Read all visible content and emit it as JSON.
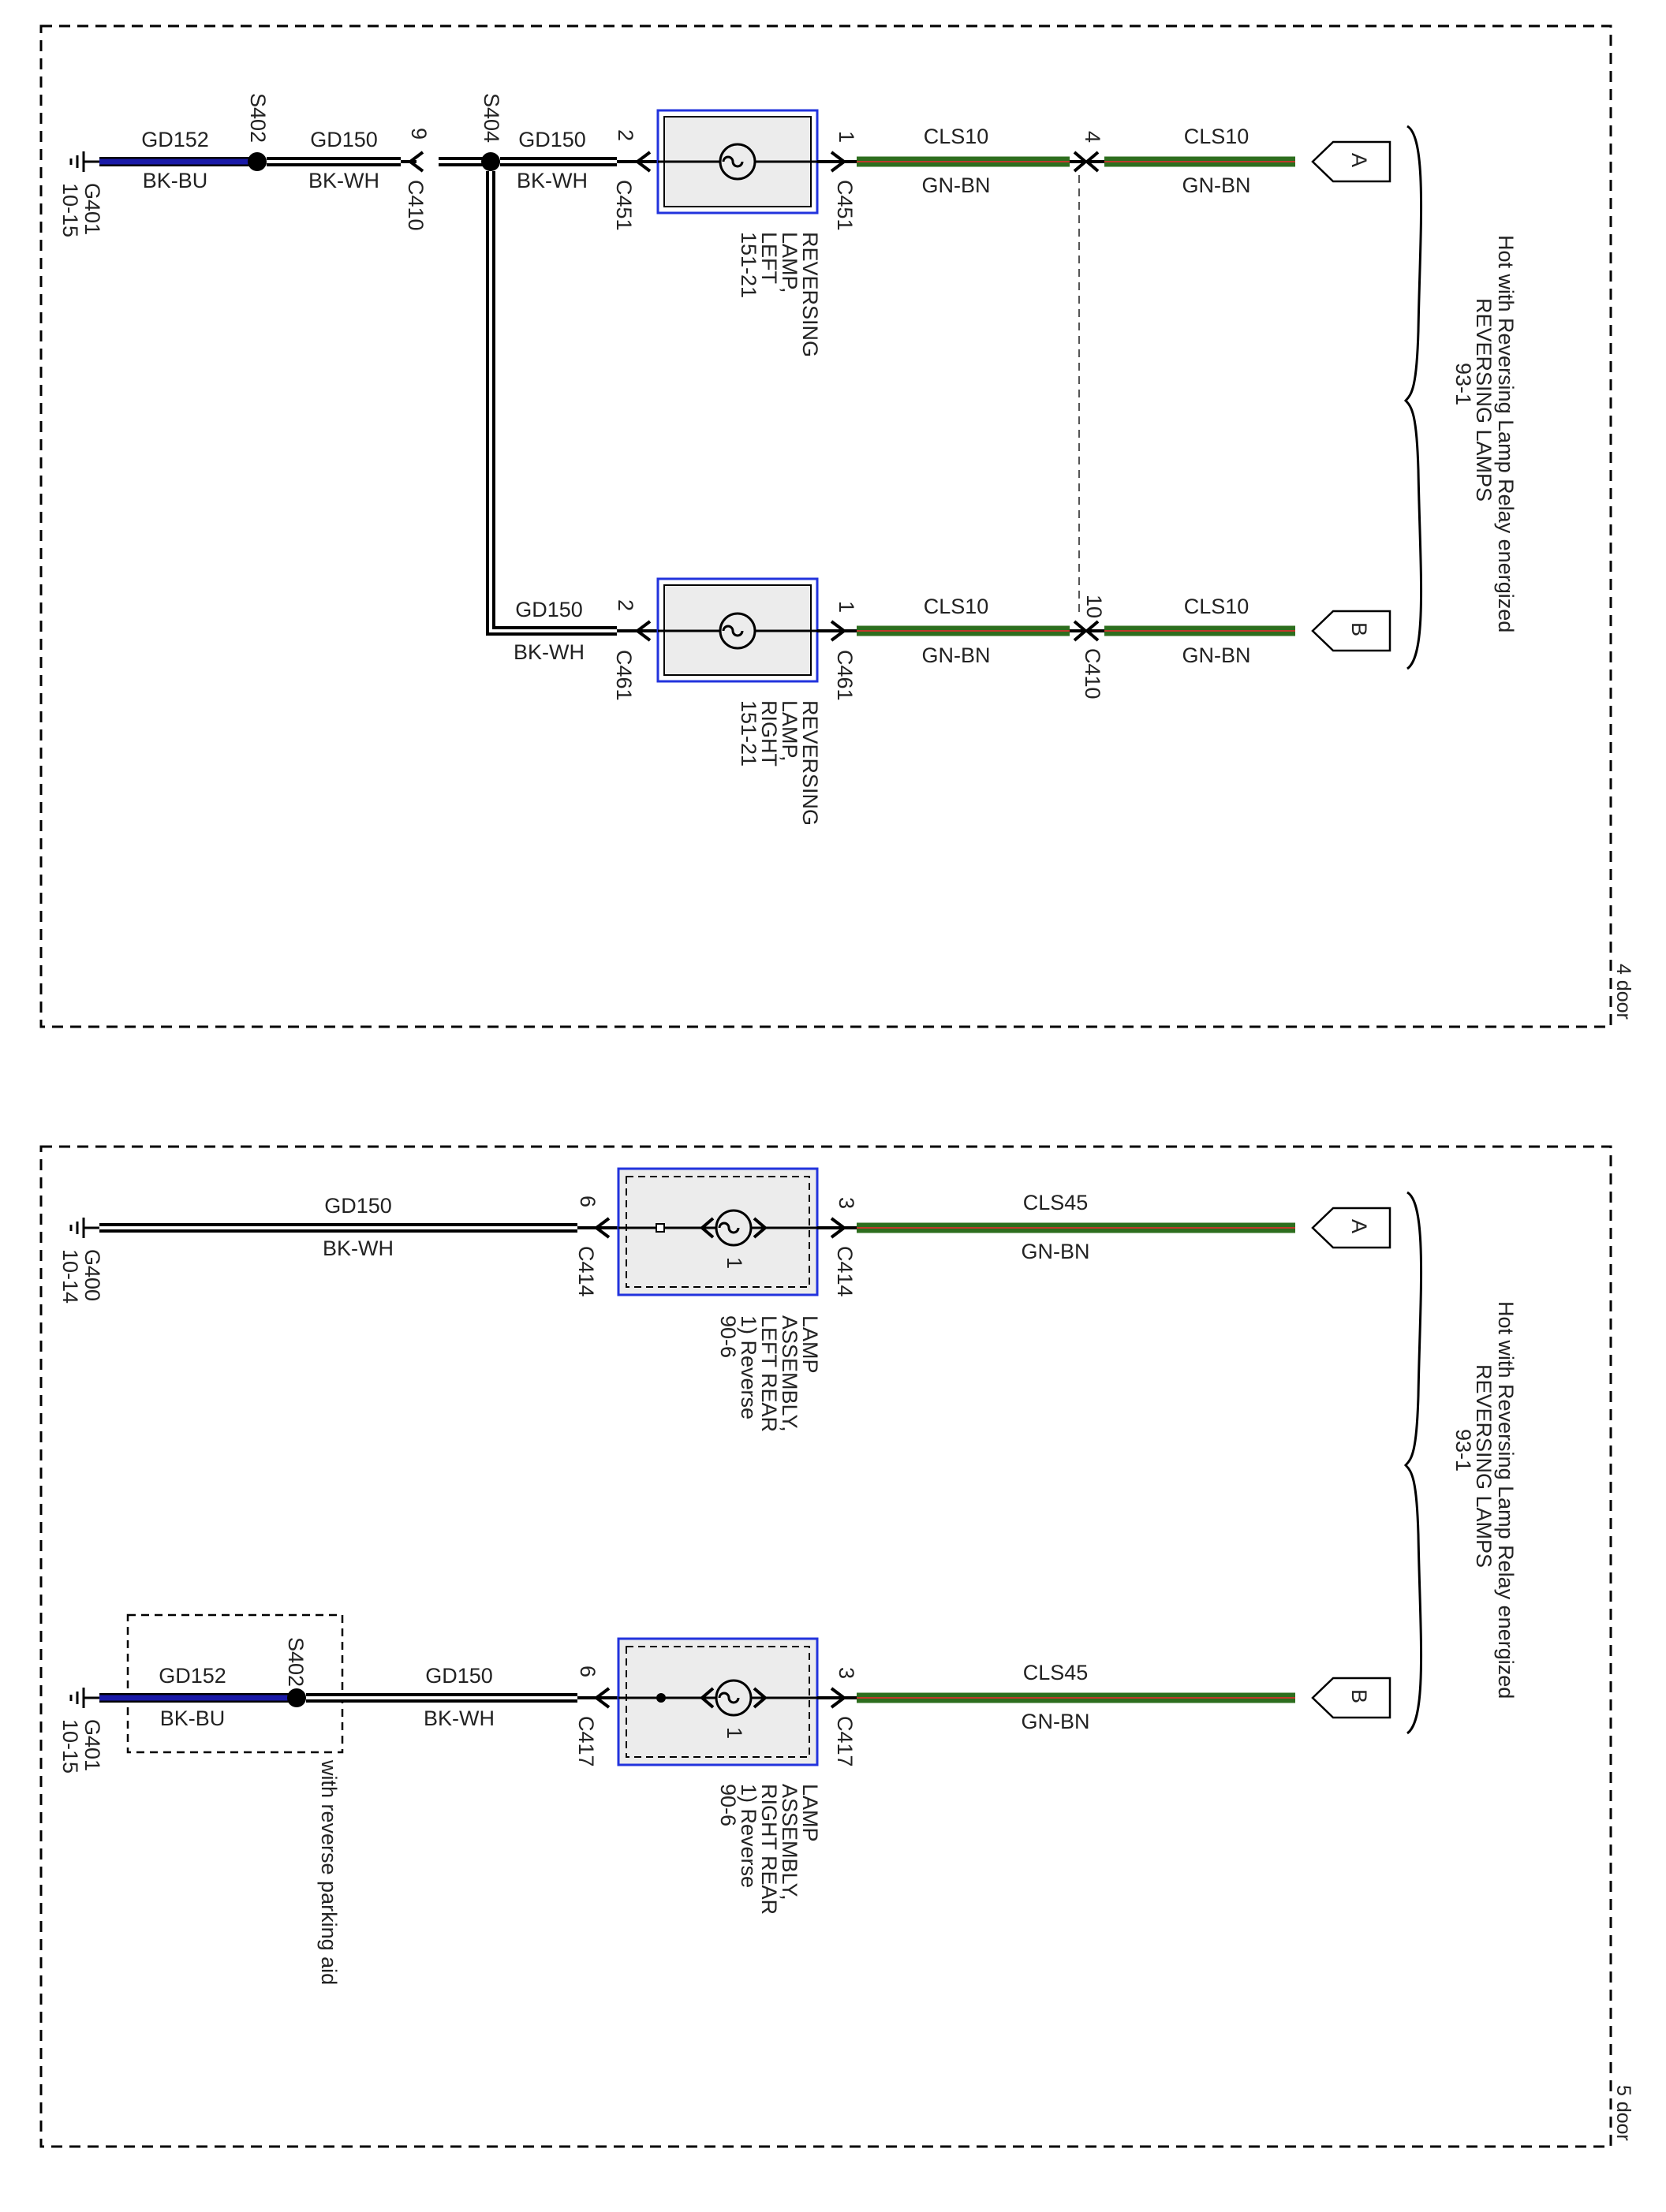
{
  "colors": {
    "wire_green": "#2d6e1e",
    "wire_green_core": "#c0392b",
    "wire_blue": "#1a1aa8",
    "wire_black": "#000000",
    "component_border": "#2233dd",
    "component_fill": "#ececec"
  },
  "panel_top": {
    "variant": "4 door",
    "ground": {
      "id": "G401",
      "ref": "10-15"
    },
    "splice_1": "S402",
    "splice_2": "S404",
    "wire_gd152": {
      "circuit": "GD152",
      "color": "BK-BU"
    },
    "wire_gd150_a": {
      "circuit": "GD150",
      "color": "BK-WH"
    },
    "wire_gd150_b": {
      "circuit": "GD150",
      "color": "BK-WH"
    },
    "wire_gd150_c": {
      "circuit": "GD150",
      "color": "BK-WH"
    },
    "conn_c410_pin9": {
      "pin": "9",
      "name": "C410"
    },
    "conn_c410_pin4": {
      "pin": "4"
    },
    "conn_c410_pin10": {
      "pin": "10",
      "name": "C410"
    },
    "lamp_left": {
      "pin_in": "2",
      "conn_in": "C451",
      "pin_out": "1",
      "conn_out": "C451",
      "label_lines": [
        "REVERSING",
        "LAMP,",
        "LEFT",
        "151-21"
      ]
    },
    "lamp_right": {
      "pin_in": "2",
      "conn_in": "C461",
      "pin_out": "1",
      "conn_out": "C461",
      "label_lines": [
        "REVERSING",
        "LAMP,",
        "RIGHT",
        "151-21"
      ]
    },
    "wire_cls10_1": {
      "circuit": "CLS10",
      "color": "GN-BN"
    },
    "wire_cls10_2": {
      "circuit": "CLS10",
      "color": "GN-BN"
    },
    "wire_cls10_3": {
      "circuit": "CLS10",
      "color": "GN-BN"
    },
    "wire_cls10_4": {
      "circuit": "CLS10",
      "color": "GN-BN"
    },
    "flag_a": "A",
    "flag_b": "B",
    "power_lines": [
      "Hot with Reversing Lamp Relay energized",
      "REVERSING LAMPS",
      "93-1"
    ]
  },
  "panel_bottom": {
    "variant": "5 door",
    "ground_1": {
      "id": "G400",
      "ref": "10-14"
    },
    "ground_2": {
      "id": "G401",
      "ref": "10-15"
    },
    "splice": "S402",
    "option_note": "with reverse parking aid",
    "wire_gd150_a": {
      "circuit": "GD150",
      "color": "BK-WH"
    },
    "wire_gd152": {
      "circuit": "GD152",
      "color": "BK-BU"
    },
    "wire_gd150_b": {
      "circuit": "GD150",
      "color": "BK-WH"
    },
    "lamp_left": {
      "pin_in": "6",
      "conn_in": "C414",
      "pin_out": "3",
      "conn_out": "C414",
      "bulb": "1",
      "label_lines": [
        "LAMP",
        "ASSEMBLY,",
        "LEFT REAR",
        "1) Reverse",
        "90-6"
      ]
    },
    "lamp_right": {
      "pin_in": "6",
      "conn_in": "C417",
      "pin_out": "3",
      "conn_out": "C417",
      "bulb": "1",
      "label_lines": [
        "LAMP",
        "ASSEMBLY,",
        "RIGHT REAR",
        "1) Reverse",
        "90-6"
      ]
    },
    "wire_cls45_1": {
      "circuit": "CLS45",
      "color": "GN-BN"
    },
    "wire_cls45_2": {
      "circuit": "CLS45",
      "color": "GN-BN"
    },
    "flag_a": "A",
    "flag_b": "B",
    "power_lines": [
      "Hot with Reversing Lamp Relay energized",
      "REVERSING LAMPS",
      "93-1"
    ]
  }
}
